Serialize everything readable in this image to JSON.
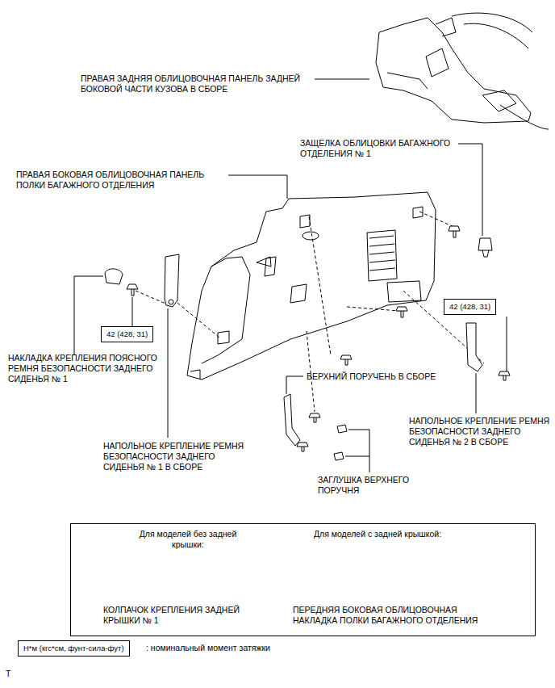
{
  "diagram": {
    "nodes": [
      {
        "text": [
          "Для моделей без задней крышки:",
          "Для моделей с задней крышкой:",
          "КОЛПАЧОК КРЕПЛЕНИЯ ЗАДНЕЙ КРЫШКИ № 1",
          "ПЕРЕДНЯЯ БОКОВАЯ ОБЛИЦОВОЧНАЯ НАКЛАДКА ПОЛКИ БАГАЖНОГО ОТДЕЛЕНИЯ"
        ]
      },
      {
        "text": [
          "42 (428, 31)"
        ]
      },
      {
        "text": [
          "42 (428, 31)"
        ]
      },
      {
        "text": [
          "Н*м (кгс*см, фунт-сила-фут)"
        ]
      }
    ],
    "edges": [],
    "labels": [
      "ПРАВАЯ ЗАДНЯЯ ОБЛИЦОВОЧНАЯ ПАНЕЛЬ ЗАДНЕЙ БОКОВОЙ ЧАСТИ КУЗОВА В СБОРЕ",
      "ЗАЩЕЛКА ОБЛИЦОВКИ БАГАЖНОГО ОТДЕЛЕНИЯ № 1",
      "ПРАВАЯ БОКОВАЯ ОБЛИЦОВОЧНАЯ ПАНЕЛЬ ПОЛКИ БАГАЖНОГО ОТДЕЛЕНИЯ",
      "НАКЛАДКА КРЕПЛЕНИЯ ПОЯСНОГО РЕМНЯ БЕЗОПАСНОСТИ ЗАДНЕГО СИДЕНЬЯ № 1",
      "ВЕРХНИЙ ПОРУЧЕНЬ В СБОРЕ",
      "НАПОЛЬНОЕ КРЕПЛЕНИЕ РЕМНЯ БЕЗОПАСНОСТИ ЗАДНЕГО СИДЕНЬЯ № 1 В СБОРЕ",
      "ЗАГЛУШКА ВЕРХНЕГО ПОРУЧНЯ",
      "НАПОЛЬНОЕ КРЕПЛЕНИЕ РЕМНЯ БЕЗОПАСНОСТИ ЗАДНЕГО СИДЕНЬЯ № 2 В СБОРЕ",
      ": номинальный момент затяжки",
      "T"
    ]
  }
}
